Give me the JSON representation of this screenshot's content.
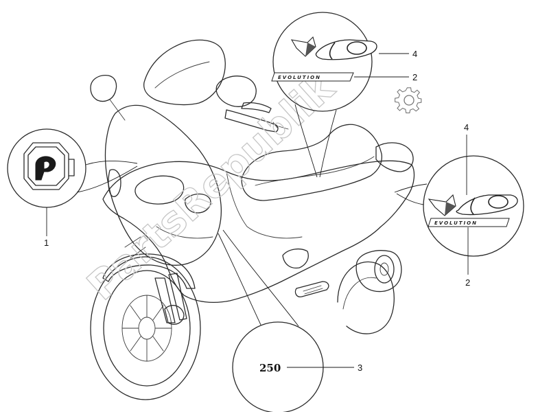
{
  "watermark": "PartsRepublik",
  "callouts": {
    "badge": "1",
    "evolution_upper": "2",
    "evolution_lower": "2",
    "size_decal": "3",
    "logo_upper": "4",
    "logo_lower": "4"
  },
  "decals": {
    "evolution_text": "EVOLUTION",
    "displacement": "250"
  },
  "icons": {
    "settings": "gear-icon"
  },
  "colors": {
    "line": "#2a2a2a",
    "watermark": "#c6c6c6"
  }
}
